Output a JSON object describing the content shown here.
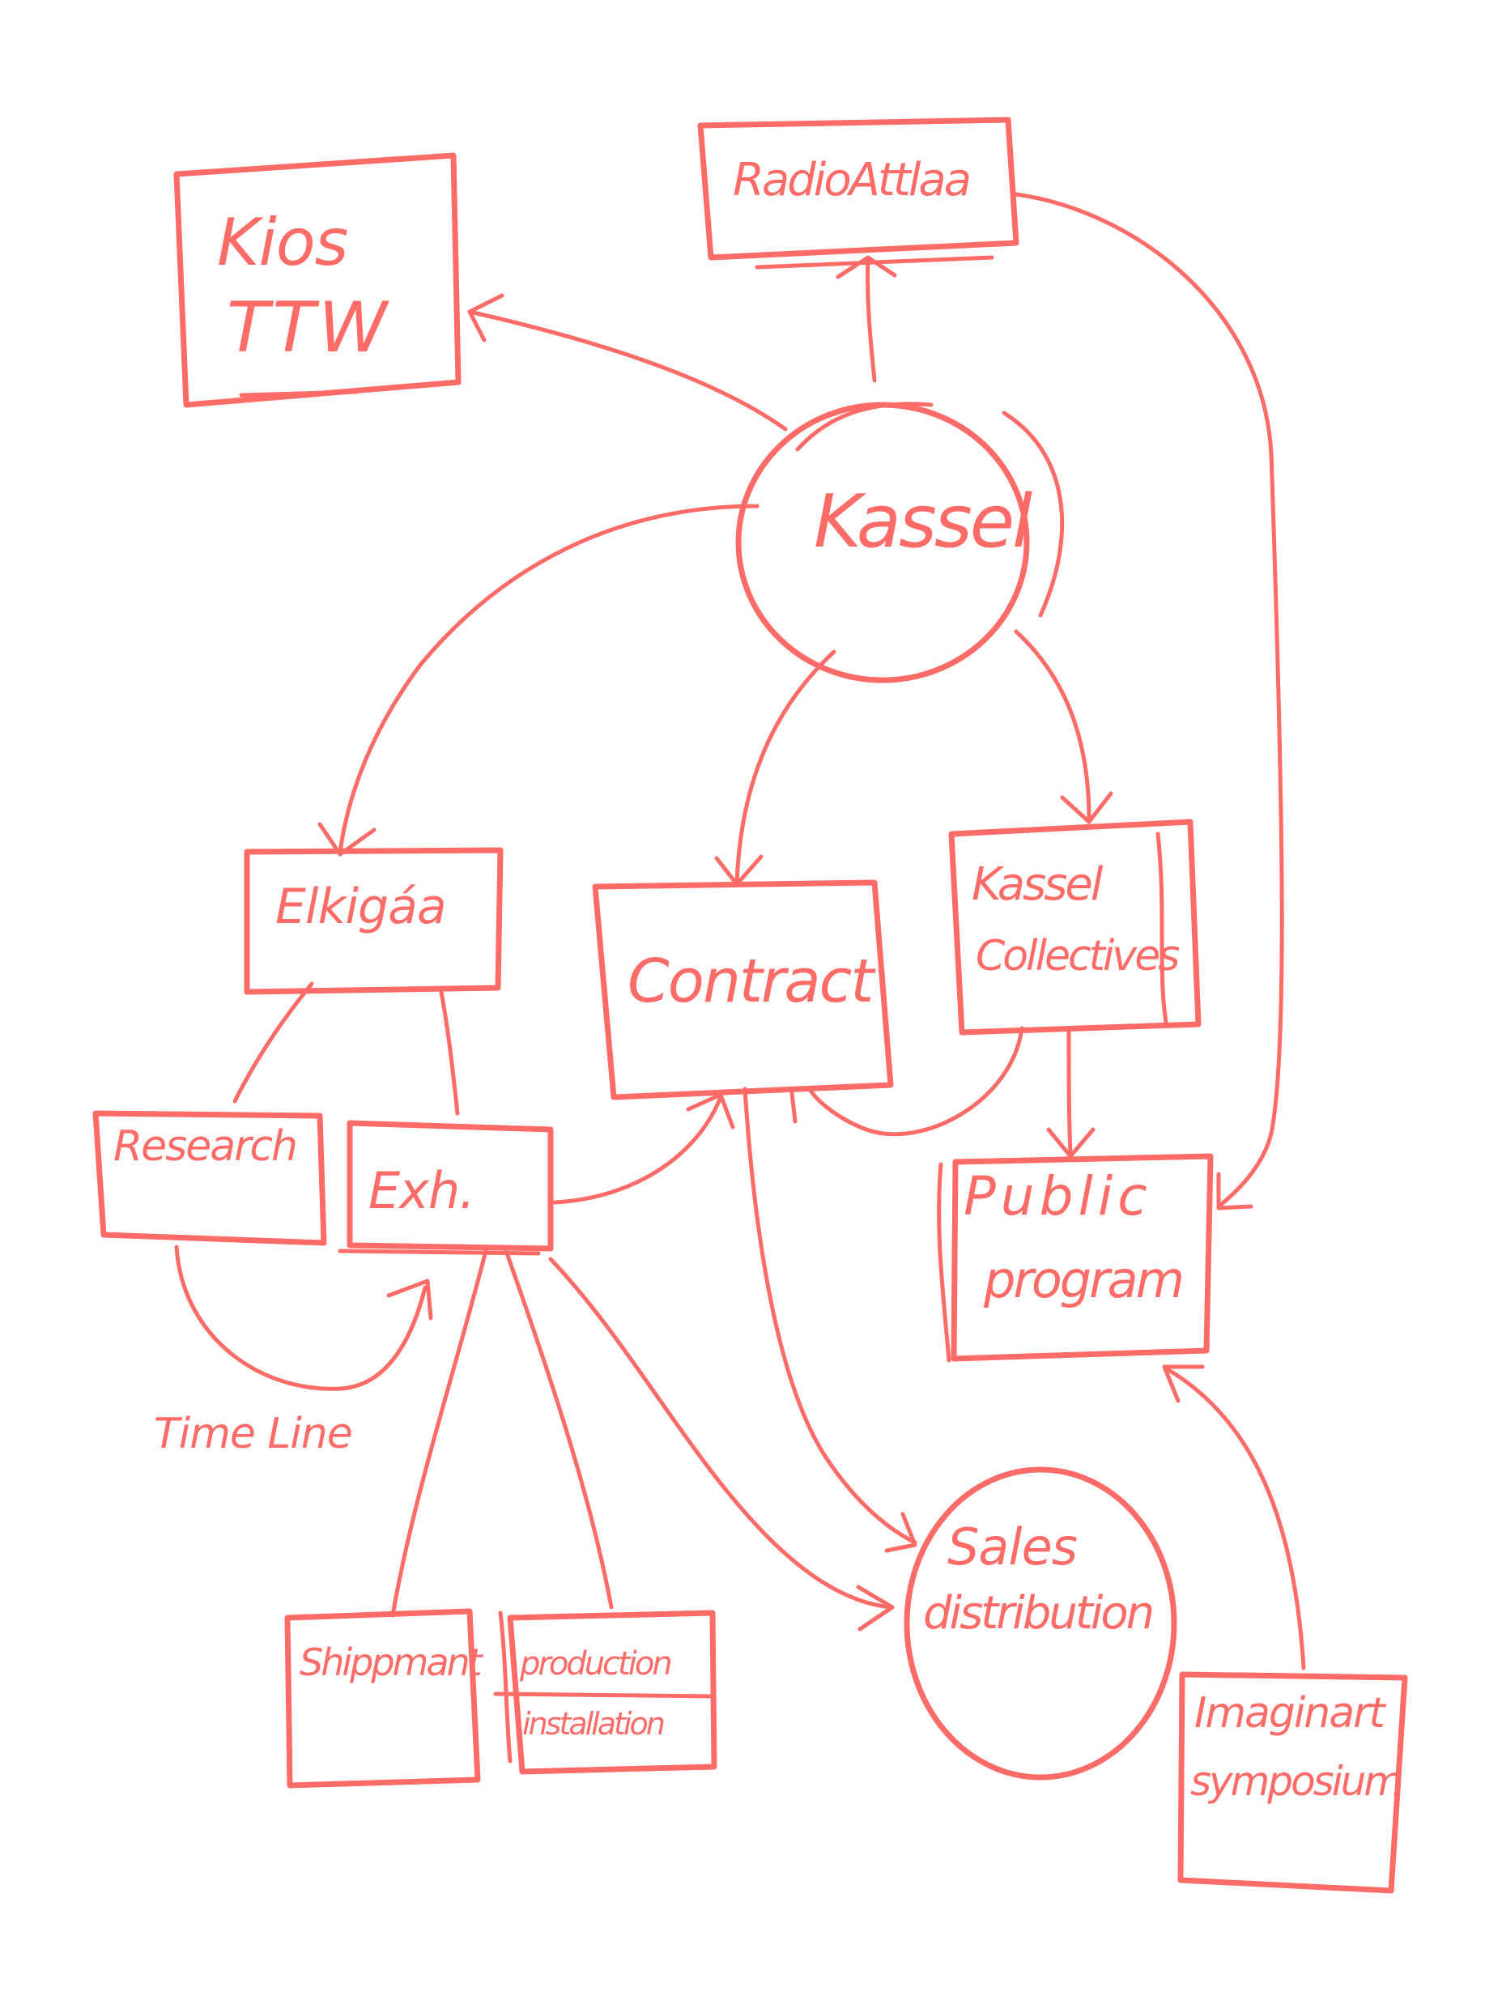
{
  "diagram": {
    "stroke_color": "#FF6B66",
    "background": "#FFFFFF",
    "nodes": {
      "kios": {
        "line1": "Kios",
        "line2": "TTW",
        "shape": "box"
      },
      "radio": {
        "label": "RadioAttlaa",
        "shape": "box"
      },
      "kassel": {
        "label": "Kassel",
        "shape": "circle"
      },
      "elkigaa": {
        "label": "Elkigáa",
        "shape": "box"
      },
      "contract": {
        "label": "Contract",
        "shape": "box"
      },
      "kassel_collectives": {
        "line1": "Kassel",
        "line2": "Collectives",
        "shape": "box"
      },
      "research": {
        "label": "Research",
        "shape": "box"
      },
      "exh": {
        "label": "Exh.",
        "shape": "box"
      },
      "public_program": {
        "line1": "Public",
        "line2": "program",
        "shape": "box"
      },
      "sales": {
        "line1": "Sales",
        "line2": "distribution",
        "shape": "circle"
      },
      "shippment": {
        "label": "Shippmant",
        "shape": "box"
      },
      "production": {
        "line1": "production",
        "line2": "installation",
        "shape": "split-box"
      },
      "imaginart": {
        "line1": "Imaginart",
        "line2": "symposium",
        "shape": "box"
      }
    },
    "annotations": {
      "timeline": "Time Line"
    },
    "edges": [
      {
        "from": "kassel",
        "to": "kios",
        "arrow": true
      },
      {
        "from": "kassel",
        "to": "radio",
        "arrow": true
      },
      {
        "from": "radio",
        "to": "public_program",
        "arrow": true
      },
      {
        "from": "kassel",
        "to": "elkigaa",
        "arrow": true
      },
      {
        "from": "kassel",
        "to": "contract",
        "arrow": true
      },
      {
        "from": "kassel",
        "to": "kassel_collectives",
        "arrow": true
      },
      {
        "from": "kassel_collectives",
        "to": "public_program",
        "arrow": true
      },
      {
        "from": "kassel_collectives",
        "to": "contract",
        "arrow": true
      },
      {
        "from": "elkigaa",
        "to": "research",
        "arrow": false
      },
      {
        "from": "elkigaa",
        "to": "exh",
        "arrow": false
      },
      {
        "from": "research",
        "to": "exh",
        "arrow": true,
        "label": "timeline"
      },
      {
        "from": "exh",
        "to": "contract",
        "arrow": true
      },
      {
        "from": "exh",
        "to": "sales",
        "arrow": true
      },
      {
        "from": "contract",
        "to": "sales",
        "arrow": true
      },
      {
        "from": "exh",
        "to": "shippment",
        "arrow": false
      },
      {
        "from": "exh",
        "to": "production",
        "arrow": false
      },
      {
        "from": "imaginart",
        "to": "public_program",
        "arrow": true
      }
    ]
  }
}
